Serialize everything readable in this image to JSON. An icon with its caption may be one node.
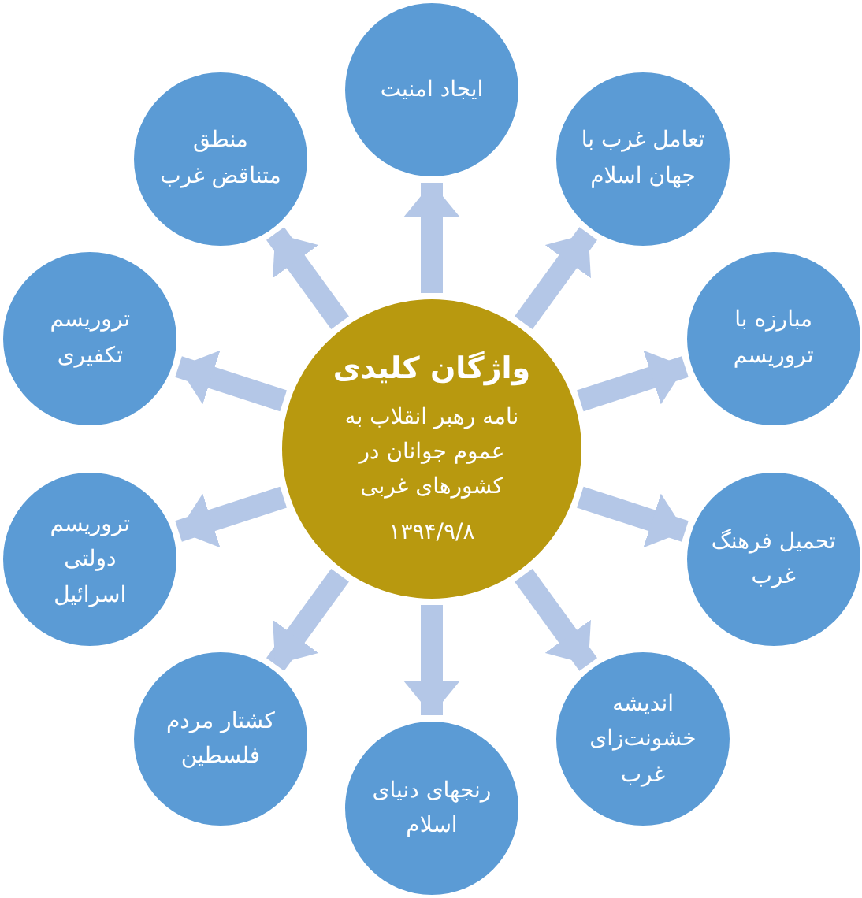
{
  "diagram": {
    "nodes": [
      {
        "text": [
          "واژگان کلیدی",
          "نامه رهبر انقلاب به عموم جوانان در کشورهای غربی",
          "۱۳۹۴/۹/۸"
        ]
      },
      {
        "text": [
          "ایجاد امنیت"
        ]
      },
      {
        "text": [
          "تعامل غرب با جهان اسلام"
        ]
      },
      {
        "text": [
          "مبارزه با تروریسم"
        ]
      },
      {
        "text": [
          "تحمیل فرهنگ غرب"
        ]
      },
      {
        "text": [
          "اندیشه خشونت‌زای غرب"
        ]
      },
      {
        "text": [
          "رنجهای دنیای اسلام"
        ]
      },
      {
        "text": [
          "کشتار مردم فلسطین"
        ]
      },
      {
        "text": [
          "تروریسم دولتی اسرائیل"
        ]
      },
      {
        "text": [
          "تروریسم تکفیری"
        ]
      },
      {
        "text": [
          "منطق متناقض غرب"
        ]
      }
    ],
    "edges": [
      {
        "from": 0,
        "to": 1,
        "arrow": "to"
      },
      {
        "from": 0,
        "to": 2,
        "arrow": "to"
      },
      {
        "from": 0,
        "to": 3,
        "arrow": "to"
      },
      {
        "from": 0,
        "to": 4,
        "arrow": "to"
      },
      {
        "from": 0,
        "to": 5,
        "arrow": "to"
      },
      {
        "from": 0,
        "to": 6,
        "arrow": "to"
      },
      {
        "from": 0,
        "to": 7,
        "arrow": "to"
      },
      {
        "from": 0,
        "to": 8,
        "arrow": "to"
      },
      {
        "from": 0,
        "to": 9,
        "arrow": "to"
      },
      {
        "from": 0,
        "to": 10,
        "arrow": "to"
      }
    ]
  }
}
